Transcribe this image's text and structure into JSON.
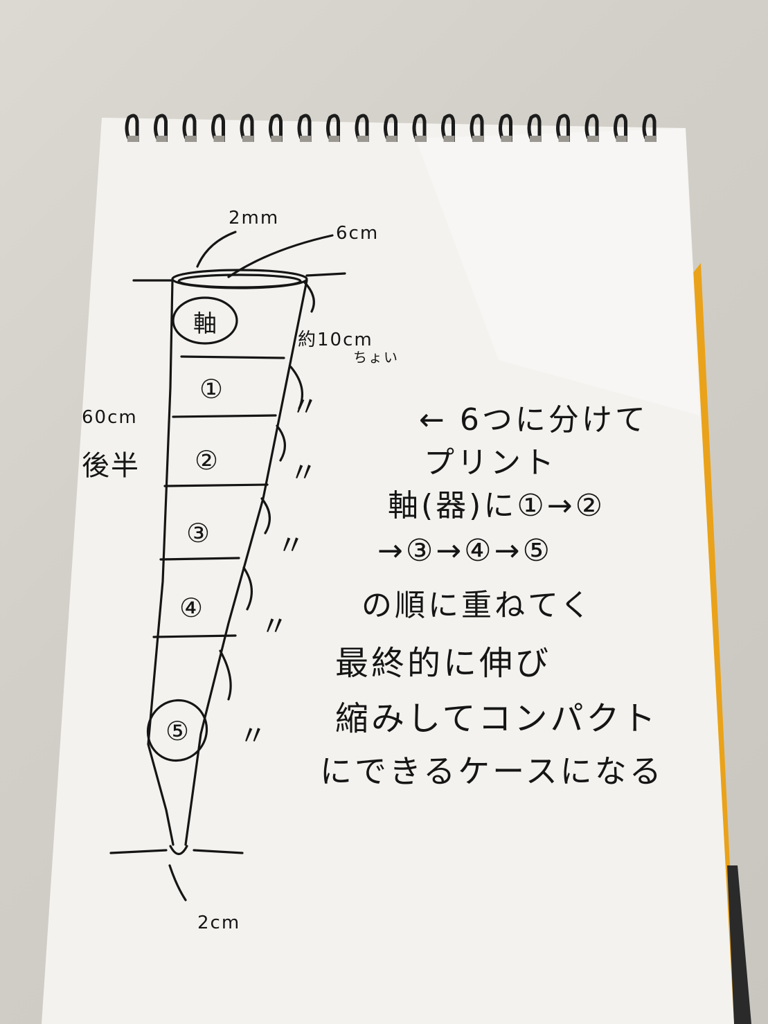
{
  "sketch": {
    "dims": {
      "top_wall": "2mm",
      "top_diameter": "6cm",
      "segment_height": "約10cm",
      "segment_height_note": "ちょい",
      "length": "60cm",
      "length_note": "後半",
      "tip_diameter": "2cm"
    },
    "segments": [
      "軸",
      "①",
      "②",
      "③",
      "④",
      "⑤"
    ],
    "ditto": [
      "〃",
      "〃",
      "〃",
      "〃",
      "〃"
    ],
    "notes": [
      "← 6つに分けて",
      "プリント",
      "軸(器)に①→②",
      "→③→④→⑤",
      "の順に重ねてく",
      "最終的に伸び",
      "縮みしてコンパクト",
      "にできるケースになる"
    ]
  },
  "colors": {
    "paper": "#f3f2ee",
    "ink": "#151515",
    "spine": "#e9a21a"
  }
}
